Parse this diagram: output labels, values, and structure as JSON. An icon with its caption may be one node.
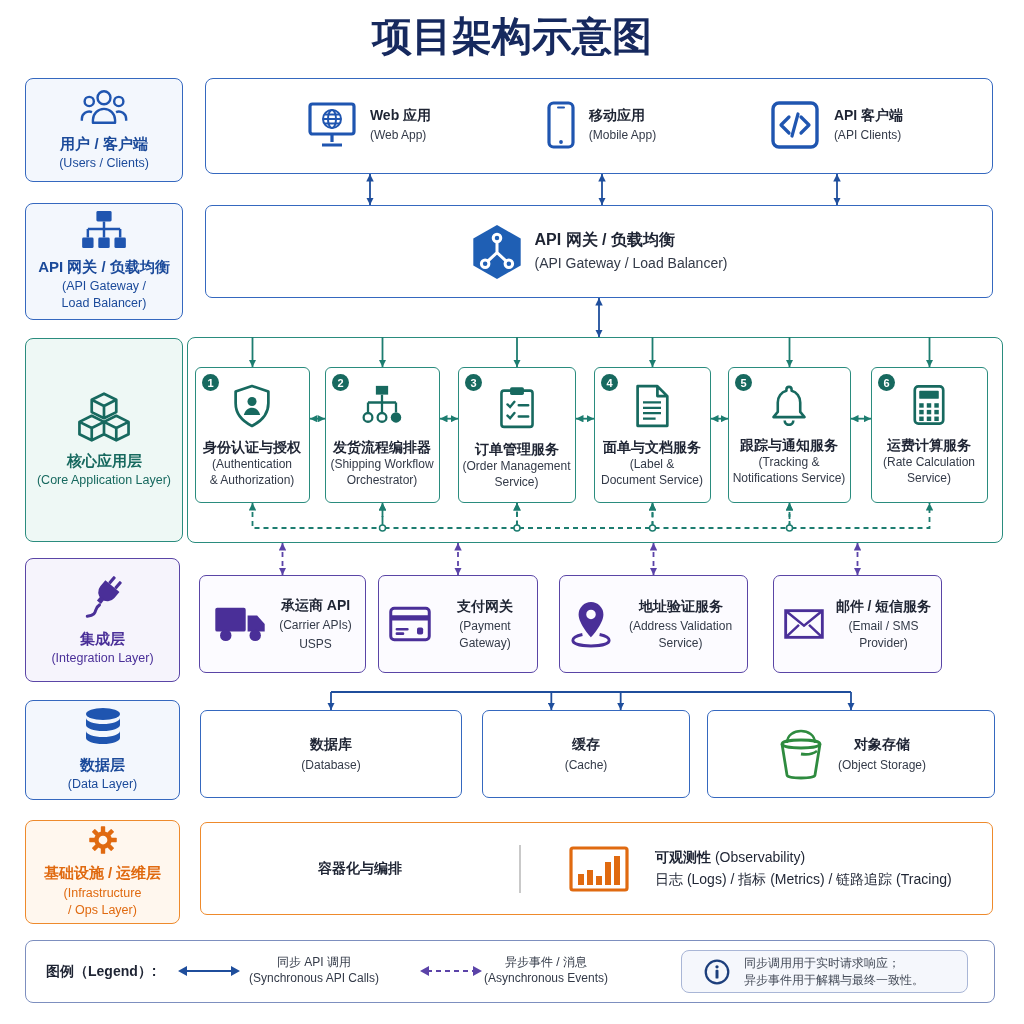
{
  "diagram": {
    "title": "项目架构示意图",
    "nodes": [
      {
        "text": [
          "用户 / 客户端",
          "(Users / Clients)"
        ]
      },
      {
        "text": [],
        "shape": "box"
      },
      {
        "text": [
          "Web 应用",
          "(Web App)"
        ],
        "in": 1
      },
      {
        "text": [
          "移动应用",
          "(Mobile App)"
        ],
        "in": 1
      },
      {
        "text": [
          "API 客户端",
          "(API Clients)"
        ],
        "in": 1
      },
      {
        "text": [
          "API 网关 / 负载均衡",
          "(API Gateway / Load Balancer)"
        ]
      },
      {
        "text": [
          "API 网关 / 负载均衡",
          "(API Gateway / Load Balancer)"
        ]
      },
      {
        "text": [
          "核心应用层",
          "(Core Application Layer)"
        ]
      },
      {
        "text": [],
        "shape": "box"
      },
      {
        "text": [
          "身份认证与授权",
          "(Authentication & Authorization)"
        ],
        "in": 8
      },
      {
        "text": [
          "1"
        ],
        "in": 9
      },
      {
        "text": [
          "发货流程编排器",
          "(Shipping Workflow Orchestrator)"
        ],
        "in": 8
      },
      {
        "text": [
          "2"
        ],
        "in": 11
      },
      {
        "text": [
          "订单管理服务",
          "(Order Management Service)"
        ],
        "in": 8
      },
      {
        "text": [
          "3"
        ],
        "in": 13
      },
      {
        "text": [
          "面单与文档服务",
          "(Label & Document Service)"
        ],
        "in": 8
      },
      {
        "text": [
          "4"
        ],
        "in": 15
      },
      {
        "text": [
          "跟踪与通知服务",
          "(Tracking & Notifications Service)"
        ],
        "in": 8
      },
      {
        "text": [
          "5"
        ],
        "in": 17
      },
      {
        "text": [
          "运费计算服务",
          "(Rate Calculation Service)"
        ],
        "in": 8
      },
      {
        "text": [
          "6"
        ],
        "in": 19
      },
      {
        "text": [
          "集成层",
          "(Integration Layer)"
        ]
      },
      {
        "text": [
          "承运商 API",
          "(Carrier APIs)",
          "USPS"
        ]
      },
      {
        "text": [
          "支付网关",
          "(Payment Gateway)"
        ]
      },
      {
        "text": [
          "地址验证服务",
          "(Address Validation Service)"
        ]
      },
      {
        "text": [
          "邮件 / 短信服务",
          "(Email / SMS Provider)"
        ]
      },
      {
        "text": [
          "数据层",
          "(Data Layer)"
        ]
      },
      {
        "text": [
          "数据库",
          "(Database)"
        ]
      },
      {
        "text": [
          "缓存",
          "(Cache)"
        ]
      },
      {
        "text": [
          "对象存储",
          "(Object Storage)"
        ]
      },
      {
        "text": [
          "基础设施 / 运维层",
          "(Infrastructure / Ops Layer)"
        ]
      },
      {
        "text": [
          "容器化与编排",
          "**可观测性** (Observability)",
          "日志 (Logs) / 指标 (Metrics) / 链路追踪 (Tracing)"
        ]
      }
    ],
    "edges": [
      {
        "from": 2,
        "to": 6,
        "arrow": "both",
        "color": "#1f4e9c"
      },
      {
        "from": 3,
        "to": 6,
        "arrow": "both",
        "color": "#1f4e9c"
      },
      {
        "from": 4,
        "to": 6,
        "arrow": "both",
        "color": "#1f4e9c"
      },
      {
        "from": 6,
        "to": 8,
        "arrow": "both",
        "color": "#1f4e9c"
      },
      {
        "from": 8,
        "to": 9,
        "arrow": "to"
      },
      {
        "from": 8,
        "to": 11,
        "arrow": "to"
      },
      {
        "from": 8,
        "to": 13,
        "arrow": "to"
      },
      {
        "from": 8,
        "to": 15,
        "arrow": "to"
      },
      {
        "from": 8,
        "to": 17,
        "arrow": "to"
      },
      {
        "from": 8,
        "to": 19,
        "arrow": "to"
      },
      {
        "from": 9,
        "to": 11,
        "arrow": "both"
      },
      {
        "from": 11,
        "to": 13,
        "arrow": "both"
      },
      {
        "from": 13,
        "to": 15,
        "arrow": "both"
      },
      {
        "from": 15,
        "to": 17,
        "arrow": "both"
      },
      {
        "from": 17,
        "to": 19,
        "arrow": "both"
      },
      {
        "from": 9,
        "to": 11,
        "arrow": "both",
        "style": "dashed"
      },
      {
        "from": 11,
        "to": 13,
        "arrow": "both",
        "style": "dashed"
      },
      {
        "from": 13,
        "to": 15,
        "arrow": "both",
        "style": "dashed"
      },
      {
        "from": 15,
        "to": 17,
        "arrow": "both",
        "style": "dashed"
      },
      {
        "from": 17,
        "to": 19,
        "arrow": "both",
        "style": "dashed"
      },
      {
        "from": 8,
        "to": 22,
        "arrow": "both",
        "style": "dashed",
        "color": "#5b43a8"
      },
      {
        "from": 8,
        "to": 23,
        "arrow": "both",
        "style": "dashed",
        "color": "#5b43a8"
      },
      {
        "from": 8,
        "to": 24,
        "arrow": "both",
        "style": "dashed",
        "color": "#5b43a8"
      },
      {
        "from": 8,
        "to": 25,
        "arrow": "both",
        "style": "dashed",
        "color": "#5b43a8"
      },
      {
        "from": null,
        "to": 27,
        "arrow": "to",
        "color": "#1f4e9c"
      },
      {
        "from": null,
        "to": 28,
        "arrow": "to",
        "color": "#1f4e9c"
      },
      {
        "from": null,
        "to": 28,
        "arrow": "to",
        "color": "#1f4e9c"
      },
      {
        "from": null,
        "to": 29,
        "arrow": "to",
        "color": "#1f4e9c"
      }
    ],
    "labels": [
      "图例（Legend）:",
      "同步调用用于实时请求响应；异步事件用于解耦与最终一致性。"
    ],
    "legend": [
      {
        "text": "同步 API 调用 (Synchronous API Calls)"
      },
      {
        "text": "异步事件 / 消息 (Asynchronous Events)"
      }
    ]
  }
}
